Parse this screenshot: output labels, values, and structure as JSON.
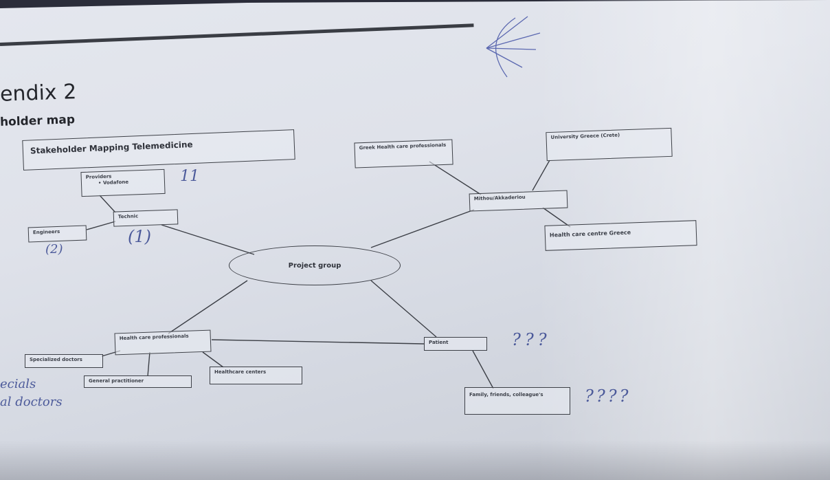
{
  "header": {
    "heading": "endix 2",
    "subheading": "holder map"
  },
  "diagram": {
    "title": "Stakeholder Mapping Telemedicine",
    "center": "Project group",
    "nodes": {
      "providers": "Providers",
      "providers_bullet": "• Vodafone",
      "technic": "Technic",
      "engineers": "Engineers",
      "greek_hcp": "Greek Health care professionals",
      "university": "University Greece (Crete)",
      "mithou": "Mithou/Akkaderiou",
      "hc_centre_greece": "Health care centre Greece",
      "hcp": "Health care professionals",
      "specialized": "Specialized doctors",
      "gp": "General practitioner",
      "hc_centers": "Healthcare centers",
      "patient": "Patient",
      "family": "Family, friends, colleague's"
    }
  },
  "handwriting": {
    "near_providers": "11",
    "near_engineers": "(2)",
    "near_technic": "(1)",
    "near_patient": "???",
    "near_family": "????",
    "left_line1": "ecials",
    "left_line2": "al doctors"
  }
}
